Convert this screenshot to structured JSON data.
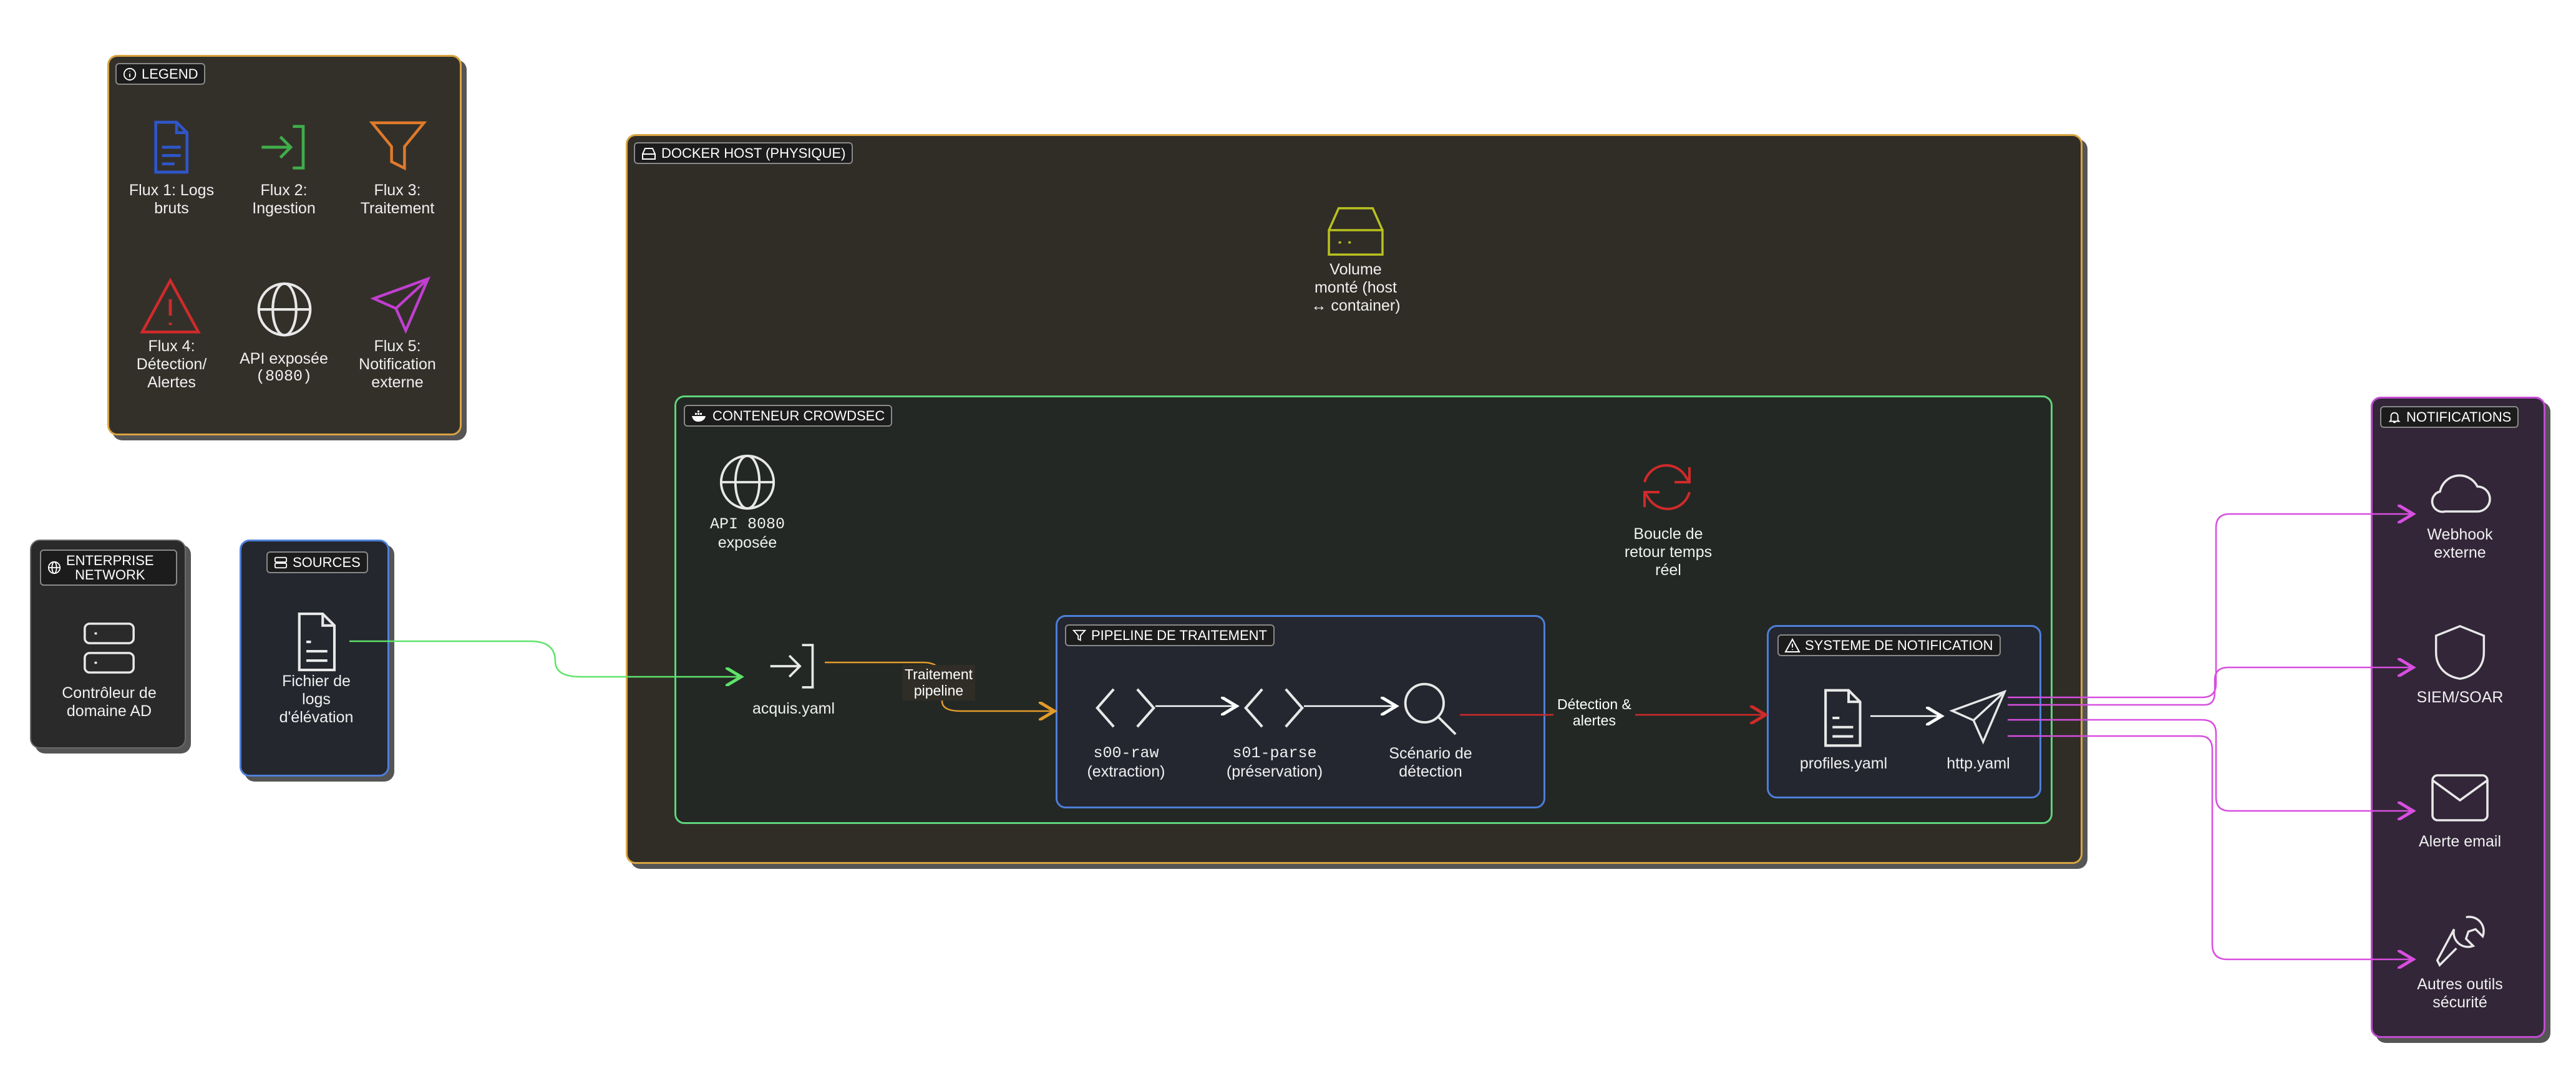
{
  "colors": {
    "bg": "#ffffff",
    "legend_border": "#d9a441",
    "docker_border": "#d9a441",
    "crowdsec_border": "#5fd47a",
    "pipeline_border": "#4d7fd9",
    "notif_border": "#4d7fd9",
    "notifications_border": "#c24bd1",
    "sources_border": "#4d7fd9",
    "flow1": "#2f56c9",
    "flow2": "#3fae4a",
    "flow3": "#e07a2a",
    "flow4": "#d02a2a",
    "flow5": "#c23fd0"
  },
  "legend": {
    "title": "LEGEND",
    "items": [
      {
        "icon": "file-icon",
        "label_line1": "Flux 1: Logs",
        "label_line2": "bruts",
        "label_line3": ""
      },
      {
        "icon": "login-arrow-icon",
        "label_line1": "Flux 2:",
        "label_line2": "Ingestion",
        "label_line3": ""
      },
      {
        "icon": "funnel-icon",
        "label_line1": "Flux 3:",
        "label_line2": "Traitement",
        "label_line3": ""
      },
      {
        "icon": "warning-icon",
        "label_line1": "Flux 4:",
        "label_line2": "Détection/",
        "label_line3": "Alertes"
      },
      {
        "icon": "globe-icon",
        "label_line1": "API exposée",
        "label_line2": "(8080)",
        "label_line3": ""
      },
      {
        "icon": "send-icon",
        "label_line1": "Flux 5:",
        "label_line2": "Notification",
        "label_line3": "externe"
      }
    ]
  },
  "enterprise": {
    "title_line1": "ENTERPRISE",
    "title_line2": "NETWORK",
    "node_line1": "Contrôleur de",
    "node_line2": "domaine AD"
  },
  "sources": {
    "title": "SOURCES",
    "node_line1": "Fichier de",
    "node_line2": "logs",
    "node_line3": "d'élévation"
  },
  "docker": {
    "title": "DOCKER HOST (PHYSIQUE)",
    "volume_line1": "Volume",
    "volume_line2": "monté (host",
    "volume_line3": "↔ container)"
  },
  "crowdsec": {
    "title": "CONTENEUR CROWDSEC",
    "api_line1": "API 8080",
    "api_line2": "exposée",
    "loop_line1": "Boucle de",
    "loop_line2": "retour temps",
    "loop_line3": "réel",
    "acquis": "acquis.yaml"
  },
  "pipeline": {
    "title": "PIPELINE DE TRAITEMENT",
    "s00_line1": "s00-raw",
    "s00_line2": "(extraction)",
    "s01_line1": "s01-parse",
    "s01_line2": "(préservation)",
    "scen_line1": "Scénario de",
    "scen_line2": "détection"
  },
  "notif_system": {
    "title": "SYSTEME DE NOTIFICATION",
    "profiles": "profiles.yaml",
    "http": "http.yaml"
  },
  "edges": {
    "traitement_line1": "Traitement",
    "traitement_line2": "pipeline",
    "detection_line1": "Détection &",
    "detection_line2": "alertes"
  },
  "notifications": {
    "title": "NOTIFICATIONS",
    "webhook_line1": "Webhook",
    "webhook_line2": "externe",
    "siem": "SIEM/SOAR",
    "email": "Alerte email",
    "autres_line1": "Autres outils",
    "autres_line2": "sécurité"
  }
}
